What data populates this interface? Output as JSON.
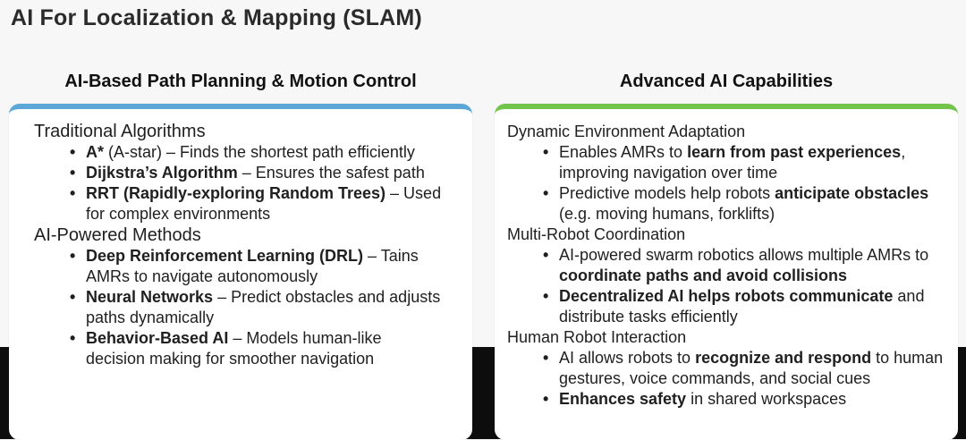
{
  "slide": {
    "title": "AI For Localization & Mapping (SLAM)"
  },
  "left_panel": {
    "header": "AI-Based Path Planning & Motion Control",
    "accent_color": "#5aa7d8",
    "sections": [
      {
        "title": "Traditional Algorithms",
        "items": [
          {
            "bold": "A*",
            "text": " (A-star) – Finds the shortest path efficiently"
          },
          {
            "bold": "Dijkstra’s Algorithm",
            "text": " – Ensures the safest path"
          },
          {
            "bold": "RRT (Rapidly-exploring Random Trees)",
            "text": " – Used for complex environments"
          }
        ]
      },
      {
        "title": "AI-Powered Methods",
        "items": [
          {
            "bold": "Deep Reinforcement Learning (DRL)",
            "text": " – Tains AMRs to navigate autonomously"
          },
          {
            "bold": "Neural Networks",
            "text": " – Predict obstacles and adjusts paths dynamically"
          },
          {
            "bold": "Behavior-Based AI",
            "text": " – Models human-like decision making for smoother navigation"
          }
        ]
      }
    ]
  },
  "right_panel": {
    "header": "Advanced AI Capabilities",
    "accent_color": "#72c54a",
    "sections": [
      {
        "title": "Dynamic Environment Adaptation",
        "items": [
          {
            "before": "Enables AMRs to ",
            "bold": "learn from past experiences",
            "after": ", improving navigation over time"
          },
          {
            "before": "Predictive models help robots ",
            "bold": "anticipate obstacles",
            "after": " (e.g. moving humans, forklifts)"
          }
        ]
      },
      {
        "title": "Multi-Robot Coordination",
        "items": [
          {
            "before": "AI-powered swarm robotics allows multiple AMRs to ",
            "bold": "coordinate paths and avoid collisions",
            "after": ""
          },
          {
            "before": "",
            "bold": "Decentralized AI helps robots communicate",
            "after": " and distribute tasks efficiently"
          }
        ]
      },
      {
        "title": "Human Robot Interaction",
        "items": [
          {
            "before": "AI allows robots to ",
            "bold": "recognize and respond",
            "after": " to human gestures, voice commands, and social cues"
          },
          {
            "before": "",
            "bold": "Enhances safety",
            "after": " in shared workspaces"
          }
        ]
      }
    ]
  }
}
